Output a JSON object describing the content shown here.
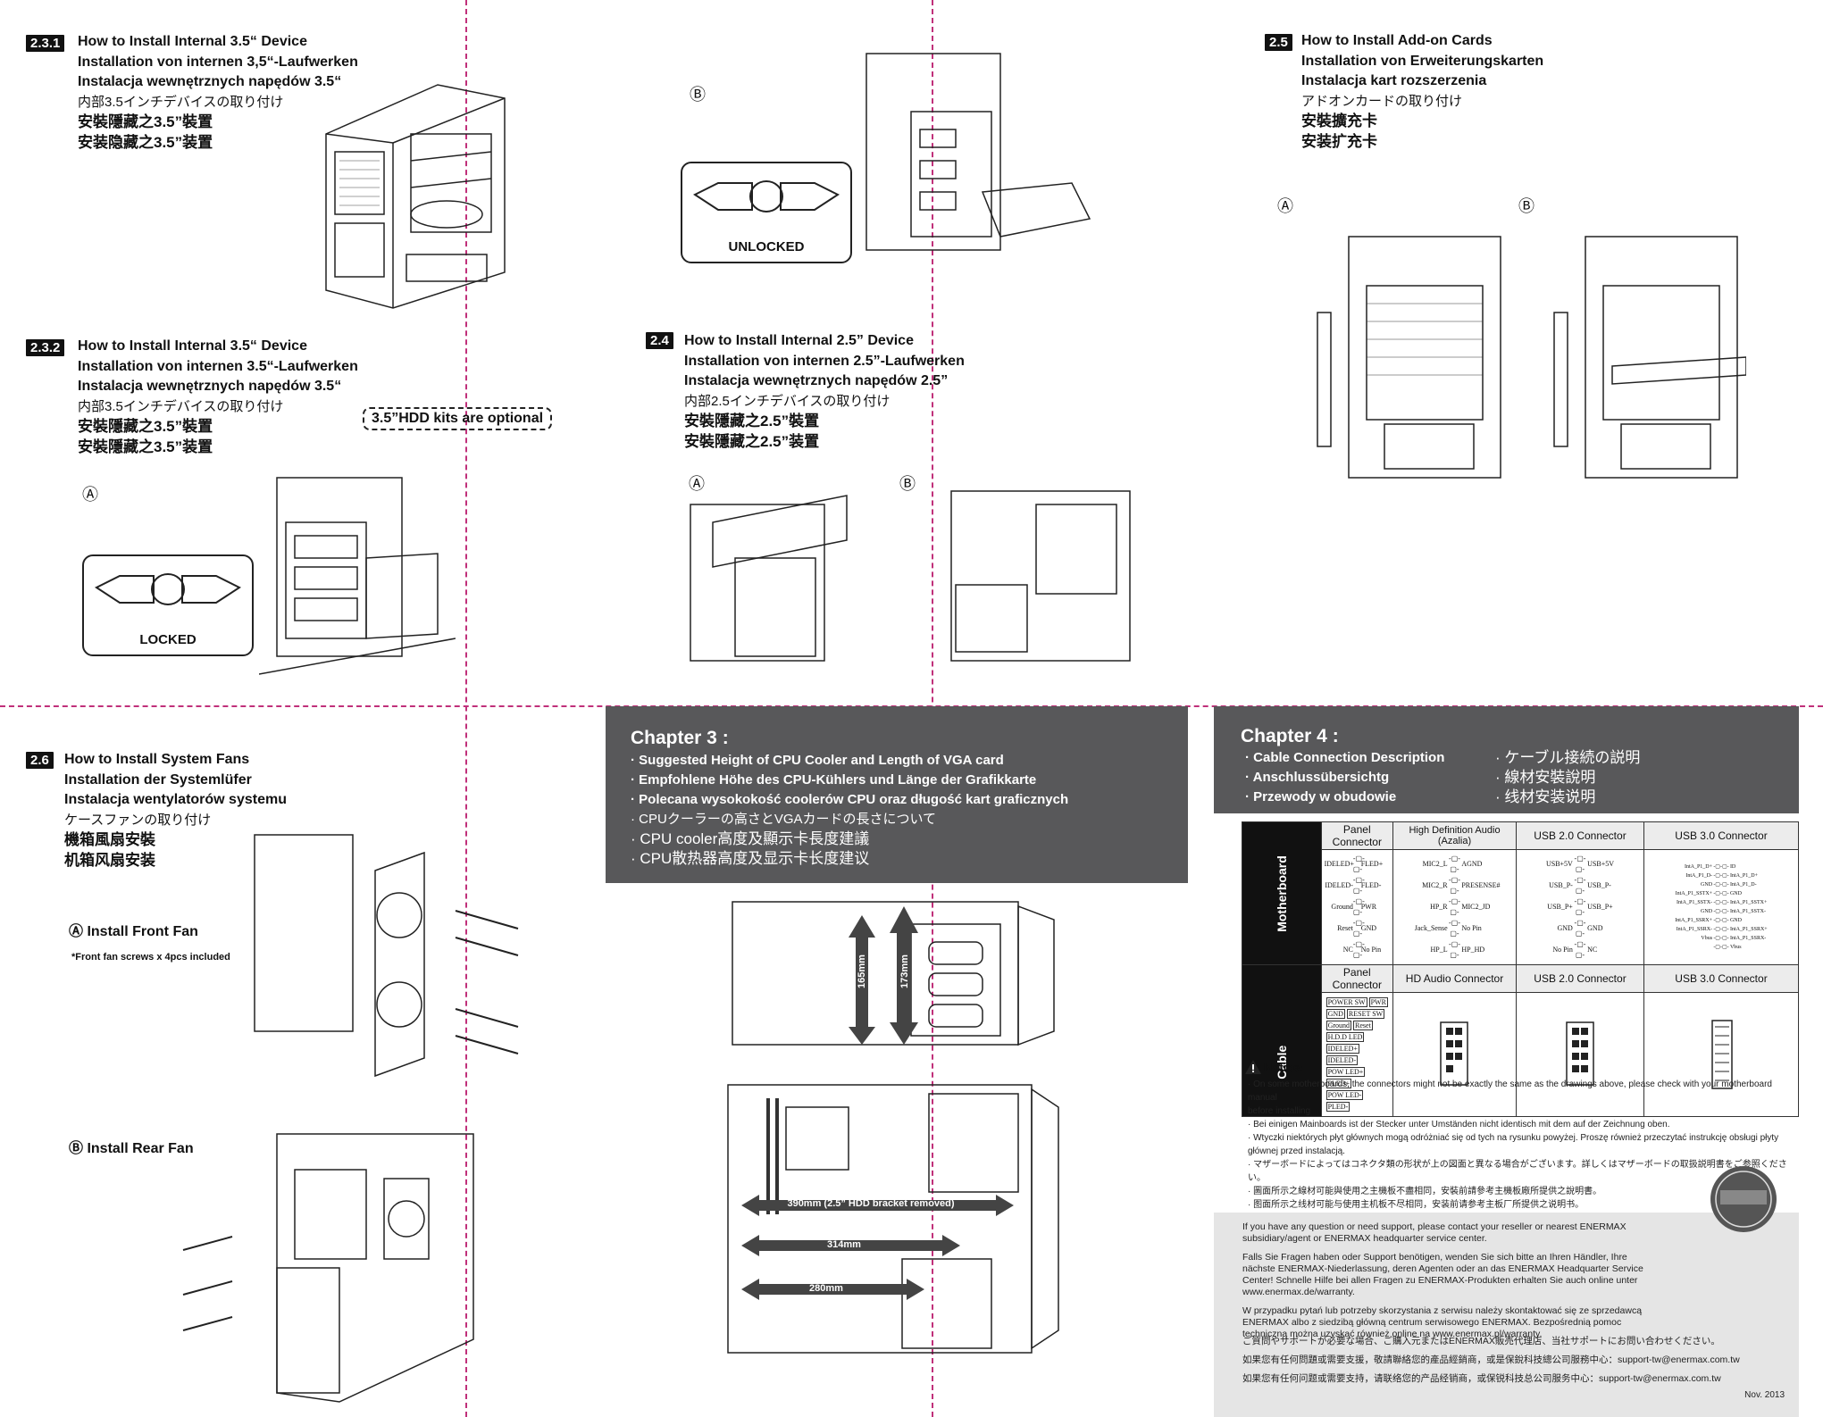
{
  "sections": {
    "s231": {
      "badge": "2.3.1",
      "lines": [
        "How to Install Internal 3.5“ Device",
        "Installation von internen 3,5“-Laufwerken",
        "Instalacja wewnętrznych napędów 3.5“"
      ],
      "jp": "内部3.5インチデバイスの取り付け",
      "cn1": "安裝隱藏之3.5”裝置",
      "cn2": "安装隐藏之3.5”装置"
    },
    "s232": {
      "badge": "2.3.2",
      "lines": [
        "How to Install Internal 3.5“ Device",
        "Installation von internen 3.5“-Laufwerken",
        "Instalacja wewnętrznych napędów 3.5“"
      ],
      "jp": "内部3.5インチデバイスの取り付け",
      "cn1": "安裝隱藏之3.5”裝置",
      "cn2": "安裝隱藏之3.5”装置",
      "optional": "3.5”HDD kits are optional",
      "marker_a": "Ⓐ",
      "locked": "LOCKED"
    },
    "s23b": {
      "marker_b": "Ⓑ",
      "unlocked": "UNLOCKED"
    },
    "s24": {
      "badge": "2.4",
      "lines": [
        "How to Install Internal 2.5” Device",
        "Installation von internen 2.5”-Laufwerken",
        "Instalacja wewnętrznych napędów 2.5”"
      ],
      "jp": "内部2.5インチデバイスの取り付け",
      "cn1": "安裝隱藏之2.5”裝置",
      "cn2": "安裝隱藏之2.5”装置",
      "marker_a": "Ⓐ",
      "marker_b": "Ⓑ"
    },
    "s25": {
      "badge": "2.5",
      "lines": [
        "How to Install Add-on Cards",
        "Installation von Erweiterungskarten",
        "Instalacja kart rozszerzenia"
      ],
      "jp": "アドオンカードの取り付け",
      "cn1": "安裝擴充卡",
      "cn2": "安装扩充卡",
      "marker_a": "Ⓐ",
      "marker_b": "Ⓑ"
    },
    "s26": {
      "badge": "2.6",
      "lines": [
        "How to Install System Fans",
        "Installation der Systemlüfer",
        "Instalacja wentylatorów systemu"
      ],
      "jp": "ケースファンの取り付け",
      "cn1": "機箱風扇安裝",
      "cn2": "机箱风扇安装",
      "front": "Ⓐ  Install Front Fan",
      "front_note": "*Front fan screws x 4pcs included",
      "rear": "Ⓑ  Install Rear Fan"
    }
  },
  "chapter3": {
    "title": "Chapter 3 :",
    "items": [
      "· Suggested Height of CPU Cooler and Length of VGA card",
      "· Empfohlene Höhe des CPU-Kühlers und Länge der Grafikkarte",
      "· Polecana wysokokość coolerów CPU oraz długość kart graficznych",
      "· CPUクーラーの高さとVGAカードの長さについて",
      "· CPU cooler高度及顯示卡長度建議",
      "· CPU散热器高度及显示卡长度建议"
    ],
    "dims": {
      "h1": "165mm",
      "h2": "173mm",
      "l1": "390mm (2.5” HDD bracket removed)",
      "l2": "314mm",
      "l3": "280mm"
    }
  },
  "chapter4": {
    "title": "Chapter 4 :",
    "left": [
      "· Cable Connection Description",
      "· Anschlussübersichtg",
      "· Przewody w obudowie"
    ],
    "right": [
      "· ケーブル接続の説明",
      "· 線材安裝說明",
      "· 线材安装说明"
    ],
    "side_mb": "Motherboard",
    "side_cable": "Cable",
    "headers_top": [
      "Panel Connector",
      "High Definition Audio (Azalia)",
      "USB 2.0 Connector",
      "USB 3.0 Connector"
    ],
    "headers_bottom": [
      "Panel Connector",
      "HD Audio Connector",
      "USB 2.0 Connector",
      "USB 3.0 Connector"
    ],
    "panel_left": [
      "IDELED+",
      "IDELED-",
      "Ground",
      "Reset",
      "NC"
    ],
    "panel_right": [
      "FLED+",
      "FLED-",
      "PWR",
      "GND",
      "No Pin"
    ],
    "audio_left": [
      "MIC2_L",
      "MIC2_R",
      "HP_R",
      "Jack_Sense",
      "HP_L"
    ],
    "audio_right": [
      "AGND",
      "PRESENSE#",
      "MIC2_JD",
      "No Pin",
      "HP_HD"
    ],
    "usb2_left": [
      "USB+5V",
      "USB_P-",
      "USB_P+",
      "GND",
      "No Pin"
    ],
    "usb2_right": [
      "USB+5V",
      "USB_P-",
      "USB_P+",
      "GND",
      "NC"
    ],
    "usb3_left": [
      "IntA_P1_D+",
      "IntA_P1_D-",
      "GND",
      "IntA_P1_SSTX+",
      "IntA_P1_SSTX-",
      "GND",
      "IntA_P1_SSRX+",
      "IntA_P1_SSRX-",
      "Vbus"
    ],
    "usb3_right": [
      "ID",
      "IntA_P1_D+",
      "IntA_P1_D-",
      "GND",
      "IntA_P1_SSTX+",
      "IntA_P1_SSTX-",
      "GND",
      "IntA_P1_SSRX+",
      "IntA_P1_SSRX-",
      "Vbus"
    ],
    "cable_panel": [
      "POWER SW",
      "PWR",
      "GND",
      "RESET SW",
      "Ground",
      "Reset",
      "H.D.D LED",
      "IDELED+",
      "IDELED-",
      "POW LED+",
      "PLED+",
      "POW LED-",
      "PLED-"
    ],
    "notice_title": "Notice:",
    "notices": [
      "· On some motherboards, the connectors might not be exactly the same as the drawings above, please check with your motherboard manual",
      "  before installing",
      "· Bei einigen Mainboards ist der Stecker unter Umständen nicht identisch mit dem auf der Zeichnung oben.",
      "· Wtyczki niektórych płyt głównych mogą odróżniać się od tych na rysunku powyżej. Proszę również przeczytać instrukcję obsługi płyty",
      "  głównej przed instalacją.",
      "· マザーボードによってはコネクタ類の形状が上の図面と異なる場合がございます。詳しくはマザーボードの取扱説明書をご参照ください。",
      "· 圖面所示之線材可能與使用之主機板不盡相同，安裝前請參考主機板廠所提供之說明書。",
      "· 图面所示之线材可能与使用主机板不尽相同，安装前请参考主板厂所提供之说明书。"
    ],
    "support": [
      "If you have any question or need support, please contact your reseller or nearest ENERMAX subsidiary/agent or ENERMAX headquarter service center.",
      "Falls Sie Fragen haben oder Support benötigen, wenden Sie sich bitte an Ihren Händler, Ihre nächste ENERMAX-Niederlassung, deren Agenten oder an das ENERMAX Headquarter Service Center! Schnelle Hilfe bei allen Fragen zu ENERMAX-Produkten erhalten Sie auch online unter www.enermax.de/warranty.",
      "W przypadku pytań lub potrzeby skorzystania z serwisu należy skontaktować się ze sprzedawcą ENERMAX albo z siedzibą główną centrum serwisowego ENERMAX. Bezpośrednią pomoc techniczną można uzyskać również online na www.enermax.pl/warranty.",
      "ご質問やサポートが必要な場合、ご購入元またはENERMAX販売代理店、当社サポートにお問い合わせください。",
      "如果您有任何問題或需要支援，敬請聯絡您的產品經銷商，或是保銳科技總公司服務中心：support-tw@enermax.com.tw",
      "如果您有任何问题或需要支持，请联络您的产品经销商，或保锐科技总公司服务中心：support-tw@enermax.com.tw"
    ],
    "date": "Nov. 2013"
  }
}
